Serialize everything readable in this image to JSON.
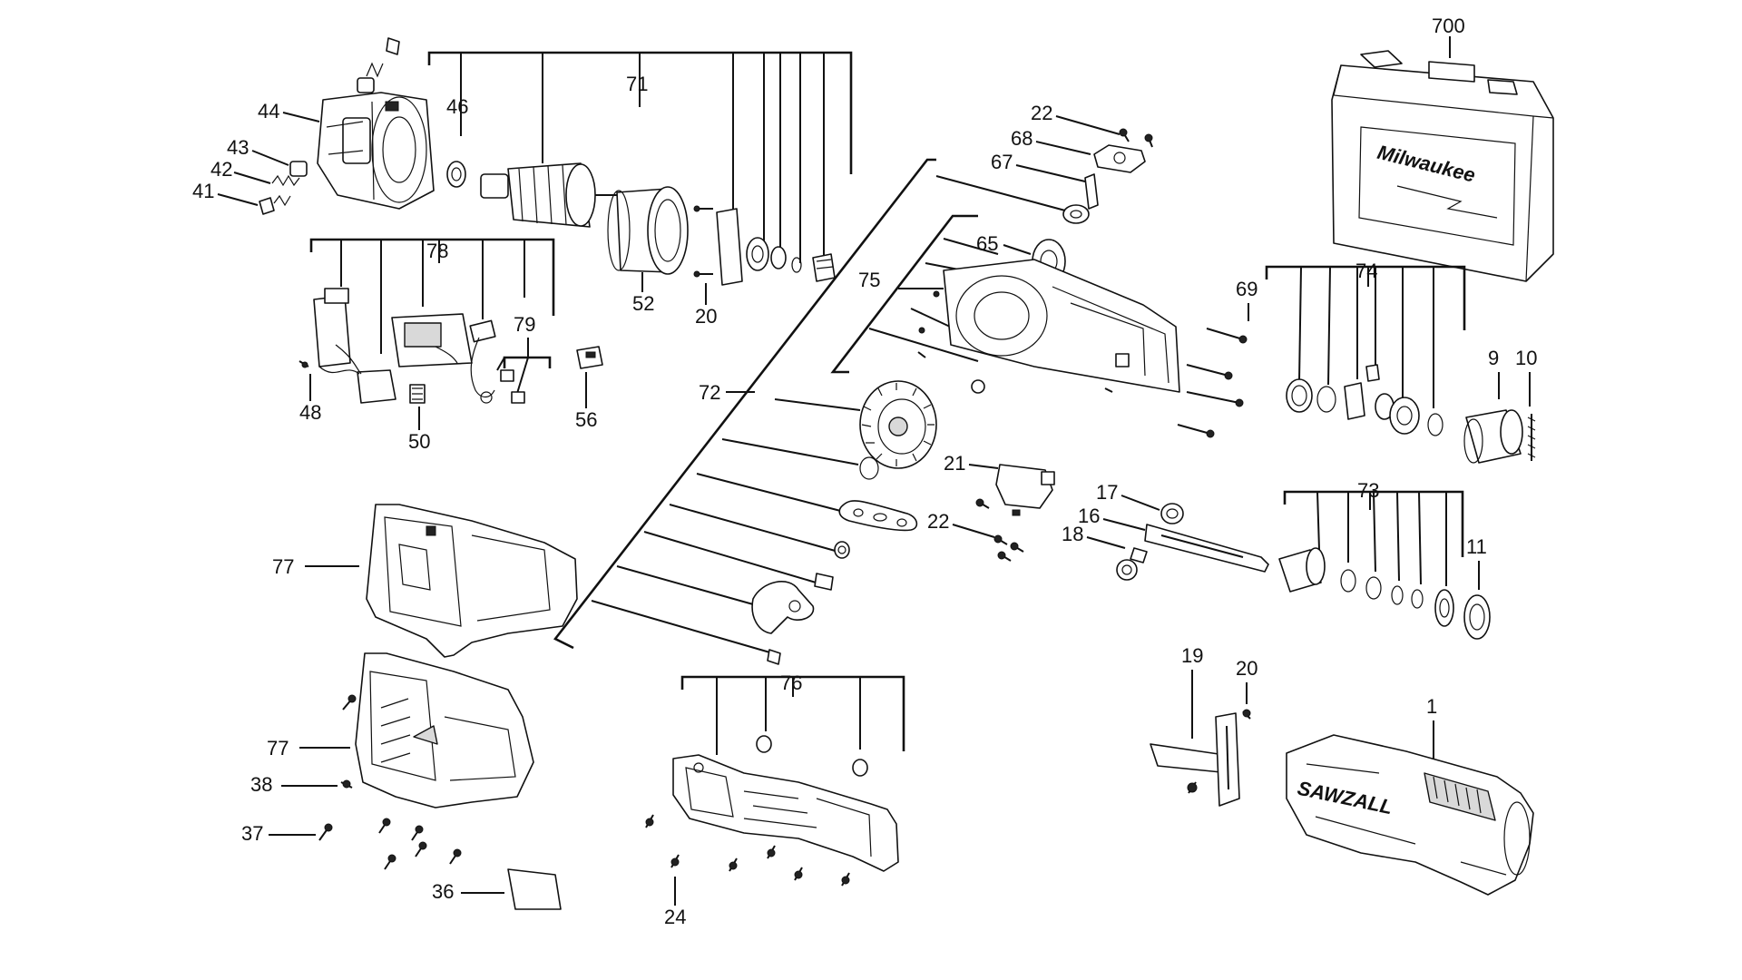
{
  "labels": {
    "p700": "700",
    "p71": "71",
    "p46": "46",
    "p44": "44",
    "p43": "43",
    "p42": "42",
    "p41": "41",
    "p52": "52",
    "p20a": "20",
    "p22a": "22",
    "p68": "68",
    "p67": "67",
    "p65": "65",
    "p75": "75",
    "p78": "78",
    "p79": "79",
    "p48": "48",
    "p50": "50",
    "p56": "56",
    "p72": "72",
    "p69": "69",
    "p74": "74",
    "p9": "9",
    "p10": "10",
    "p21": "21",
    "p22b": "22",
    "p17": "17",
    "p16": "16",
    "p18": "18",
    "p73": "73",
    "p11": "11",
    "p77a": "77",
    "p77b": "77",
    "p38": "38",
    "p37": "37",
    "p36": "36",
    "p76": "76",
    "p24": "24",
    "p19": "19",
    "p20b": "20",
    "p1": "1"
  },
  "case_brand": "Milwaukee",
  "housing_brand": "SAWZALL"
}
